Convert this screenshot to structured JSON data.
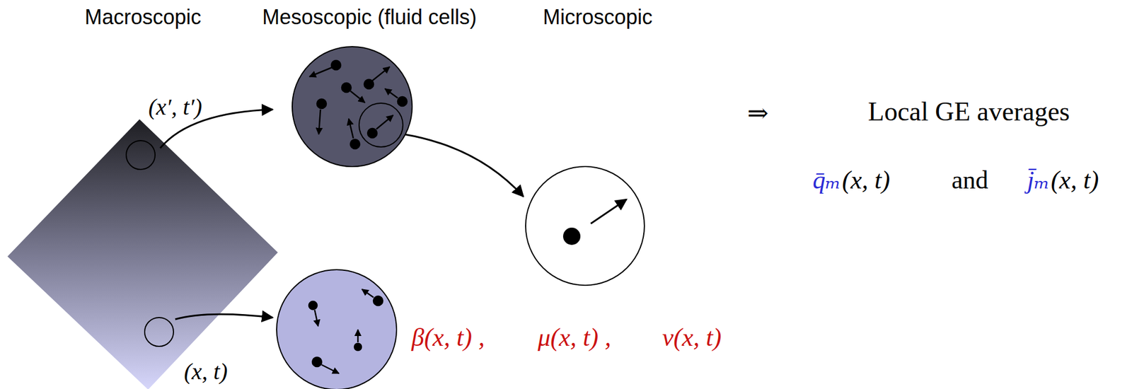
{
  "diagram": {
    "labels": [
      "Macroscopic",
      "Mesoscopic (fluid cells)",
      "Microscopic",
      "(x′, t′)",
      "(x, t)",
      "β(x, t) ,",
      "μ(x, t) ,",
      "ν(x, t)",
      "⇒",
      "Local GE averages",
      "q̄ₘ",
      "(x, t)",
      "and",
      "j̄ₘ",
      "(x, t)"
    ]
  }
}
